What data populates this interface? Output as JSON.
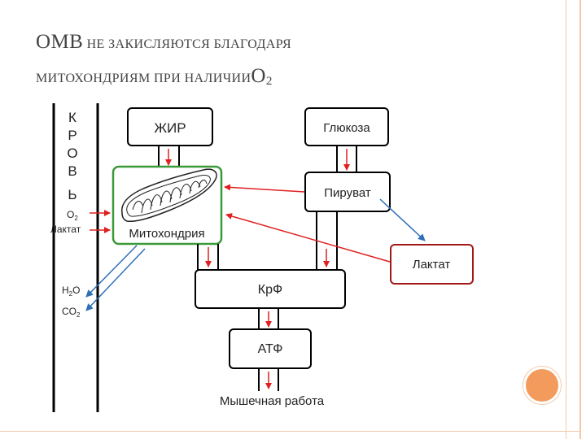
{
  "slide": {
    "title_line1_abbr": "ОМВ",
    "title_line1_rest": " НЕ ЗАКИСЛЯЮТСЯ БЛАГОДАРЯ",
    "title_line2_text": "МИТОХОНДРИЯМ ПРИ НАЛИЧИИ",
    "title_line2_o": "O",
    "title_line2_sub": "2"
  },
  "diagram": {
    "blood_letters": [
      "К",
      "Р",
      "О",
      "В",
      "Ь"
    ],
    "o2_label": "O",
    "o2_sub": "2",
    "lactate_side_label": "Лактат",
    "h2o_h": "H",
    "h2o_sub": "2",
    "h2o_o": "O",
    "co2_co": "CO",
    "co2_sub": "2",
    "fat_label": "ЖИР",
    "glucose_label": "Глюкоза",
    "pyruvate_label": "Пируват",
    "mitochondria_label": "Митохондрия",
    "lactate_label": "Лактат",
    "creatine_phosphate_label": "КрФ",
    "atp_label": "АТФ",
    "muscle_work_label": "Мышечная работа"
  },
  "colors": {
    "red_arrow": "#e02020",
    "blue_arrow": "#2f6fb8",
    "mito_border": "#3a9a3a",
    "lactate_border": "#a01818",
    "accent_orange": "#f29b5d",
    "frame": "#f3c8aa"
  }
}
